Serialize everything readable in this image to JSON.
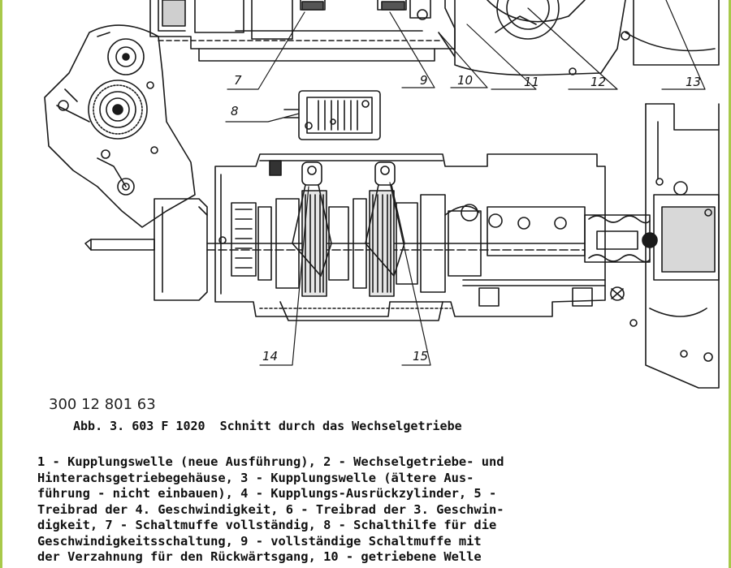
{
  "figure": {
    "drawing_number": "300 12 801 63",
    "caption": "Abb. 3. 603 F 1020  Schnitt durch das Wechselgetriebe",
    "callouts": [
      "7",
      "8",
      "9",
      "10",
      "11",
      "12",
      "13",
      "14",
      "15"
    ]
  },
  "legend": {
    "lines": [
      "1 - Kupplungswelle (neue Ausführung), 2 - Wechselgetriebe- und",
      "Hinterachsgetriebegehäuse, 3 - Kupplungswelle (ältere Aus-",
      "führung - nicht einbauen), 4 - Kupplungs-Ausrückzylinder, 5 -",
      "Treibrad der 4. Geschwindigkeit, 6 - Treibrad der 3. Geschwin-",
      "digkeit, 7 - Schaltmuffe vollständig, 8 - Schalthilfe für die",
      "Geschwindigkeitsschaltung, 9 - vollständige Schaltmuffe mit",
      "der Verzahnung für den Rückwärtsgang, 10 - getriebene Welle"
    ]
  }
}
